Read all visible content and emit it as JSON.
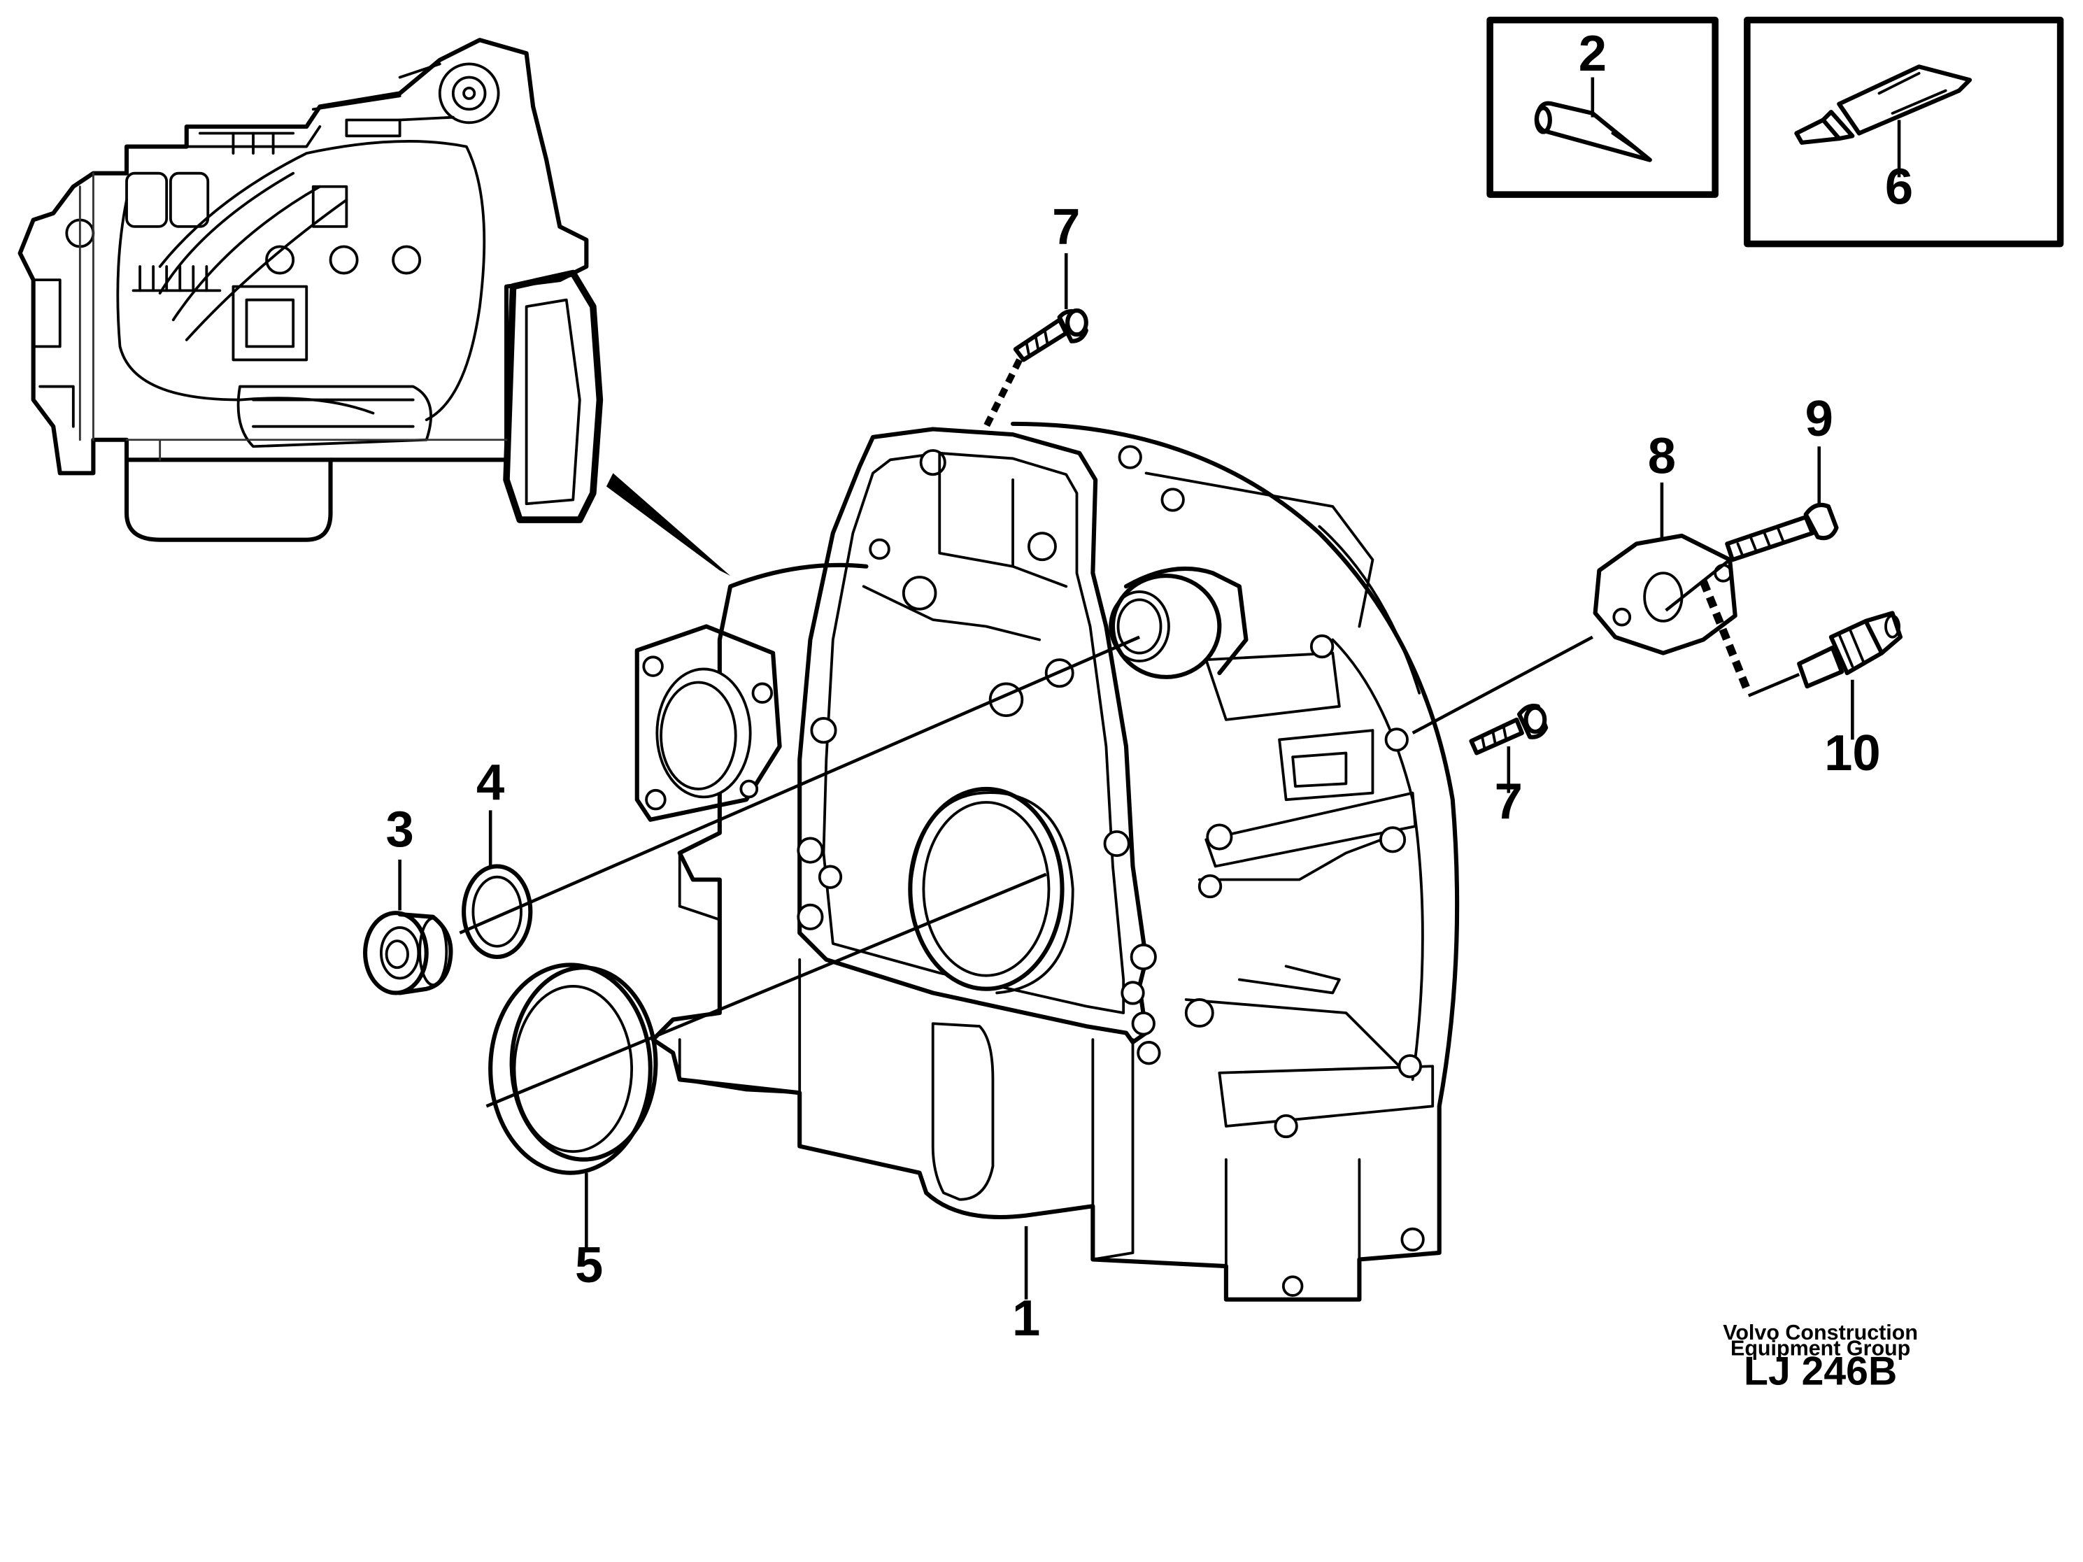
{
  "callouts": {
    "c1": "1",
    "c2": "2",
    "c3": "3",
    "c4": "4",
    "c5": "5",
    "c6": "6",
    "c7a": "7",
    "c7b": "7",
    "c8": "8",
    "c9": "9",
    "c10": "10"
  },
  "credit": {
    "line1": "Volvo Construction",
    "line2": "Equipment Group"
  },
  "drawing_code": "LJ 246B"
}
